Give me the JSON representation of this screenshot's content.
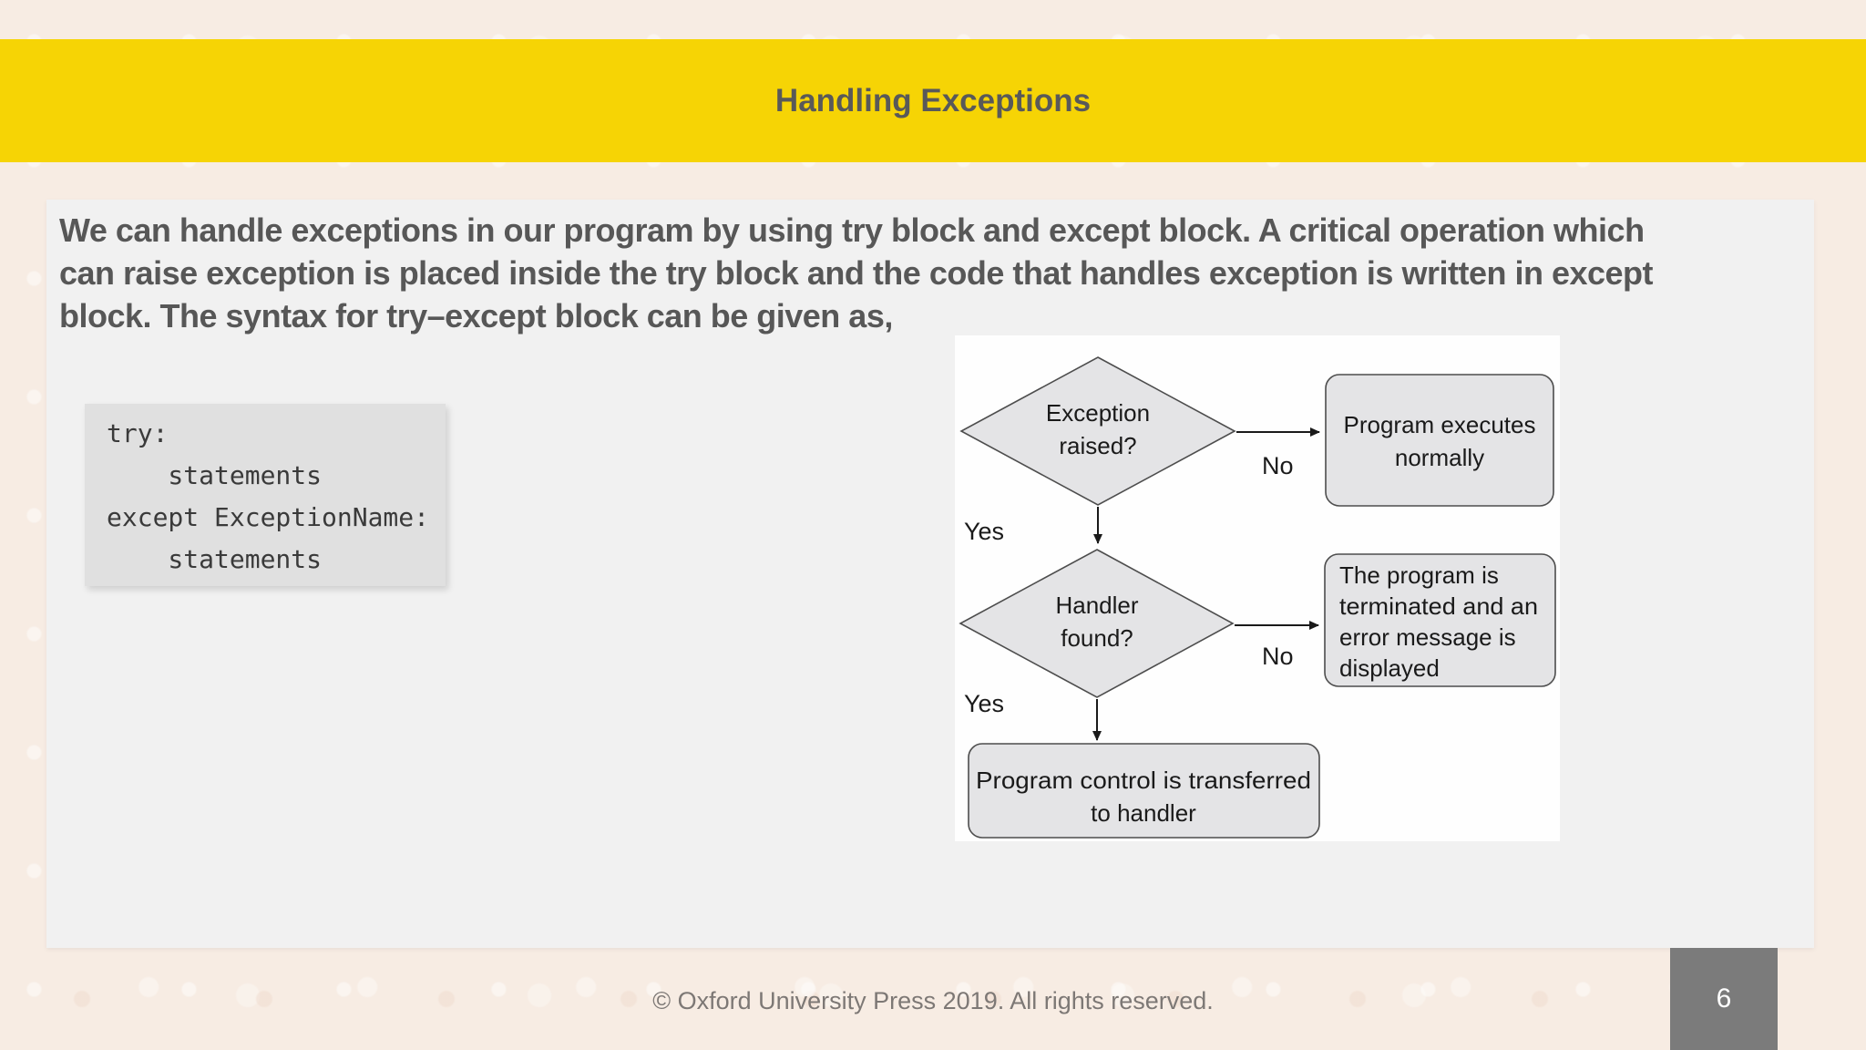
{
  "slide": {
    "title": "Handling Exceptions",
    "footer": "© Oxford University Press 2019. All rights reserved.",
    "page_number": "6"
  },
  "body": {
    "line1": "We can handle exceptions in our program by using try block and except block. A critical operation which",
    "line2": "can raise exception is placed inside the try block and the code that handles exception is written in except",
    "line3": "block. The syntax for try–except block can be given as,"
  },
  "code": {
    "line1": "try:",
    "line2": "    statements",
    "line3": "except ExceptionName:",
    "line4": "    statements"
  },
  "flowchart": {
    "d1_line1": "Exception",
    "d1_line2": "raised?",
    "no1": "No",
    "yes1": "Yes",
    "box1_line1": "Program executes",
    "box1_line2": "normally",
    "d2_line1": "Handler",
    "d2_line2": "found?",
    "no2": "No",
    "yes2": "Yes",
    "box2_line1": "The program is",
    "box2_line2": "terminated and an",
    "box2_line3": "error message is",
    "box2_line4": "displayed",
    "box3_line1": "Program control is transferred",
    "box3_line2": "to handler"
  },
  "colors": {
    "banner_yellow": "#f6d405",
    "slide_beige": "#f7ece3",
    "panel_gray": "#f1f1f1",
    "code_bg": "#e0e0e0",
    "body_text": "#575757",
    "flow_shape_fill": "#e4e4e6",
    "page_box_gray": "#7b7b7b",
    "footer_gray": "#7d7875"
  }
}
